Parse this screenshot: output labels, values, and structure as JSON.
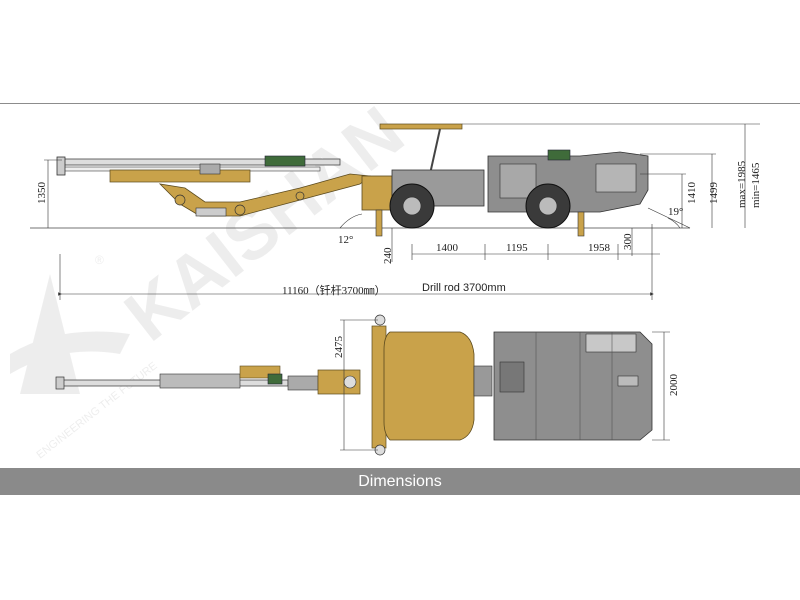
{
  "caption": {
    "title": "Dimensions"
  },
  "watermark": {
    "brand": "KAISHAN",
    "registered": "®",
    "tagline": "ENGINEERING THE FUTURE"
  },
  "side_view": {
    "height_left": "1350",
    "angle_boom": "12°",
    "clearance_front": "240",
    "dim_1400": "1400",
    "dim_1195": "1195",
    "dim_1958": "1958",
    "clearance_rear": "300",
    "angle_rear": "19°",
    "height_1410": "1410",
    "height_1499": "1499",
    "height_max": "max=1985",
    "height_min": "min=1465",
    "overall_length": "11160（钎杆3700㎜）",
    "drill_rod": "Drill rod 3700mm"
  },
  "top_view": {
    "width_front": "2475",
    "width_body": "2000"
  },
  "colors": {
    "boom_tan": "#c9a24a",
    "body_grey": "#8e8e8e",
    "tire_dark": "#3a3a3a",
    "green_part": "#3f6b3a",
    "caption_bar": "#8a8a8a"
  }
}
